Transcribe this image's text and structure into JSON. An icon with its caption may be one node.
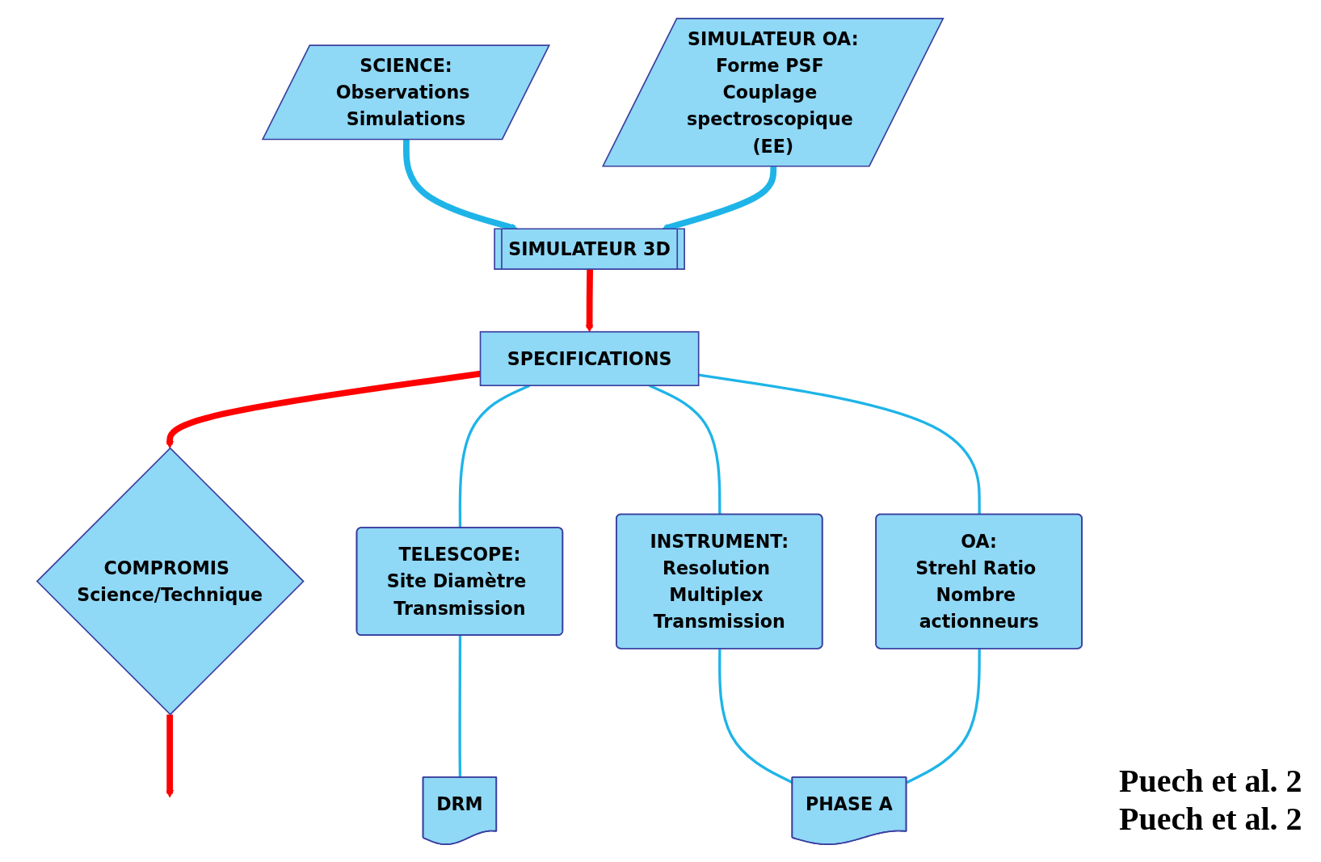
{
  "diagram": {
    "nodes": [
      {
        "text": [
          "SCIENCE:",
          "Observations Simulations"
        ]
      },
      {
        "text": [
          "SIMULATEUR OA:",
          "Forme PSF Couplage spectroscopique (EE)"
        ]
      },
      {
        "text": [
          "SIMULATEUR 3D"
        ]
      },
      {
        "text": [
          "COMPROMIS Science/Technique"
        ]
      },
      {
        "text": [
          "SPECIFICATIONS"
        ]
      },
      {
        "text": [
          "TELESCOPE:",
          "Site Diamètre Transmission"
        ]
      },
      {
        "text": [
          "INSTRUMENT:",
          "Resolution Multiplex Transmission"
        ]
      },
      {
        "text": [
          "OA:",
          "Strehl Ratio Nombre actionneurs"
        ]
      },
      {
        "text": [
          "DRM"
        ]
      },
      {
        "text": [
          "PHASE A"
        ]
      }
    ],
    "edges": [
      {
        "from": 0,
        "to": 2,
        "arrow": "to",
        "style": "thick"
      },
      {
        "from": 1,
        "to": 2,
        "arrow": "to",
        "style": "thick"
      },
      {
        "from": 2,
        "to": 4,
        "arrow": "to",
        "style": "thick",
        "color": "#ff0000"
      },
      {
        "from": 4,
        "to": 3,
        "arrow": "to",
        "style": "thick",
        "color": "#ff0000"
      },
      {
        "from": 3,
        "to": null,
        "arrow": "to",
        "style": "thick",
        "color": "#ff0000"
      },
      {
        "from": 4,
        "to": 5,
        "arrow": "none"
      },
      {
        "from": 4,
        "to": 6,
        "arrow": "none"
      },
      {
        "from": 4,
        "to": 7,
        "arrow": "none"
      },
      {
        "from": 5,
        "to": 8,
        "arrow": "none"
      },
      {
        "from": 6,
        "to": 9,
        "arrow": "none"
      },
      {
        "from": 7,
        "to": 9,
        "arrow": "none"
      }
    ],
    "labels": [
      "Puech et al. 2",
      "Puech et al. 2"
    ]
  }
}
